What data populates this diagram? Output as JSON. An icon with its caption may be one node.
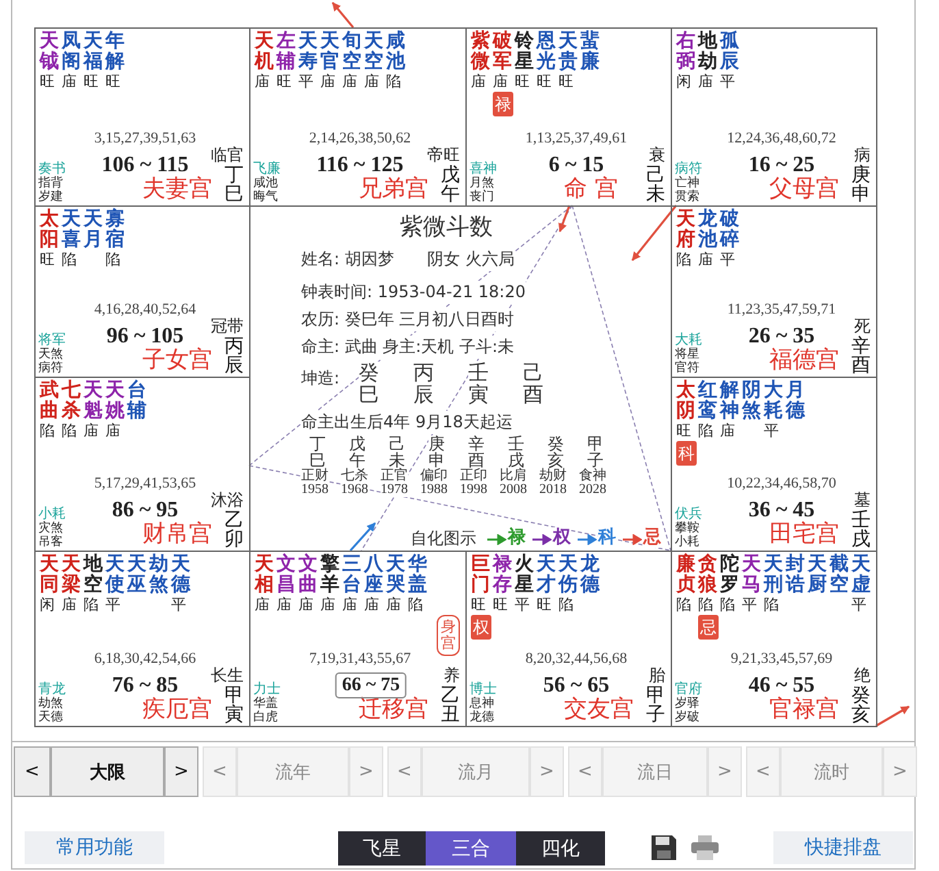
{
  "diagram": {
    "nodes": [
      {
        "text": [
          "天钺",
          "凤阁",
          "天福",
          "年解",
          "旺",
          "庙",
          "旺",
          "旺",
          "3,15,27,39,51,63",
          "106 ~ 115",
          "临官",
          "奏书",
          "指背",
          "岁建",
          "夫妻宫",
          "丁巳"
        ]
      },
      {
        "text": [
          "天机",
          "左辅",
          "天寿",
          "天官",
          "旬空",
          "天空",
          "咸池",
          "庙",
          "旺",
          "平",
          "庙",
          "庙",
          "庙",
          "陷",
          "2,14,26,38,50,62",
          "116 ~ 125",
          "帝旺",
          "飞廉",
          "咸池",
          "晦气",
          "兄弟宫",
          "戊午"
        ]
      },
      {
        "text": [
          "紫微",
          "破军",
          "铃星",
          "恩光",
          "天贵",
          "蜚廉",
          "庙",
          "庙",
          "旺",
          "旺",
          "旺",
          "1,13,25,37,49,61",
          "6 ~ 15",
          "衰",
          "喜神",
          "月煞",
          "丧门",
          "命 宫",
          "己未"
        ]
      },
      {
        "text": [
          "禄"
        ],
        "in": 2
      },
      {
        "text": [
          "右弼",
          "地劫",
          "孤辰",
          "闲",
          "庙",
          "平",
          "12,24,36,48,60,72",
          "16 ~ 25",
          "病",
          "病符",
          "亡神",
          "贯索",
          "父母宫",
          "庚申"
        ]
      },
      {
        "text": [
          "太阳",
          "天喜",
          "天月",
          "寡宿",
          "旺",
          "陷",
          "陷",
          "4,16,28,40,52,64",
          "96 ~ 105",
          "冠带",
          "将军",
          "天煞",
          "病符",
          "子女宫",
          "丙辰"
        ]
      },
      {
        "text": [
          "天府",
          "龙池",
          "破碎",
          "陷",
          "庙",
          "平",
          "11,23,35,47,59,71",
          "26 ~ 35",
          "死",
          "大耗",
          "将星",
          "官符",
          "福德宫",
          "辛酉"
        ]
      },
      {
        "text": [
          "武曲",
          "七杀",
          "天魁",
          "天姚",
          "台辅",
          "陷",
          "陷",
          "庙",
          "庙",
          "5,17,29,41,53,65",
          "86 ~ 95",
          "沐浴",
          "小耗",
          "灾煞",
          "吊客",
          "财帛宫",
          "乙卯"
        ]
      },
      {
        "text": [
          "太阴",
          "红鸾",
          "解神",
          "阴煞",
          "大耗",
          "月德",
          "旺",
          "陷",
          "庙",
          "平",
          "10,22,34,46,58,70",
          "36 ~ 45",
          "墓",
          "伏兵",
          "攀鞍",
          "小耗",
          "田宅宫",
          "壬戌"
        ]
      },
      {
        "text": [
          "科"
        ],
        "in": 8
      },
      {
        "text": [
          "天同",
          "天梁",
          "地空",
          "天使",
          "天巫",
          "劫煞",
          "天德",
          "闲",
          "庙",
          "陷",
          "平",
          "平",
          "6,18,30,42,54,66",
          "76 ~ 85",
          "长生",
          "青龙",
          "劫煞",
          "天德",
          "疾厄宫",
          "甲寅"
        ]
      },
      {
        "text": [
          "天相",
          "文昌",
          "文曲",
          "擎羊",
          "三台",
          "八座",
          "天哭",
          "华盖",
          "庙",
          "庙",
          "庙",
          "庙",
          "庙",
          "庙",
          "庙",
          "陷",
          "7,19,31,43,55,67",
          "养",
          "力士",
          "华盖",
          "白虎",
          "迁移宫",
          "乙丑"
        ]
      },
      {
        "text": [
          "身宫"
        ],
        "in": 11
      },
      {
        "text": [
          "66 ~ 75"
        ],
        "in": 11
      },
      {
        "text": [
          "巨门",
          "禄存",
          "火星",
          "天才",
          "天伤",
          "龙德",
          "旺",
          "旺",
          "平",
          "旺",
          "陷",
          "8,20,32,44,56,68",
          "56 ~ 65",
          "胎",
          "博士",
          "息神",
          "龙德",
          "交友宫",
          "甲子"
        ]
      },
      {
        "text": [
          "权"
        ],
        "in": 14
      },
      {
        "text": [
          "廉贞",
          "贪狼",
          "陀罗",
          "天马",
          "天刑",
          "封诰",
          "天厨",
          "截空",
          "天虚",
          "陷",
          "陷",
          "陷",
          "平",
          "陷",
          "平",
          "9,21,33,45,57,69",
          "46 ~ 55",
          "绝",
          "官府",
          "岁驿",
          "岁破",
          "官禄宫",
          "癸亥"
        ]
      },
      {
        "text": [
          "忌"
        ],
        "in": 16
      },
      {
        "text": [
          "<"
        ]
      },
      {
        "text": [
          "大限"
        ]
      },
      {
        "text": [
          ">"
        ]
      },
      {
        "text": [
          "<"
        ]
      },
      {
        "text": [
          "流年"
        ]
      },
      {
        "text": [
          ">"
        ]
      },
      {
        "text": [
          "<"
        ]
      },
      {
        "text": [
          "流月"
        ]
      },
      {
        "text": [
          ">"
        ]
      },
      {
        "text": [
          "<"
        ]
      },
      {
        "text": [
          "流日"
        ]
      },
      {
        "text": [
          ">"
        ]
      },
      {
        "text": [
          "<"
        ]
      },
      {
        "text": [
          "流时"
        ]
      },
      {
        "text": [
          ">"
        ]
      },
      {
        "text": [
          "常用功能"
        ]
      },
      {
        "text": [
          "飞星"
        ]
      },
      {
        "text": [
          "三合"
        ]
      },
      {
        "text": [
          "四化"
        ]
      },
      {
        "text": [
          "快捷排盘"
        ]
      }
    ],
    "edges": [
      {
        "from": 2,
        "to": 7,
        "arrow": "none",
        "style": "dashed",
        "color": "#8a7fb0"
      },
      {
        "from": 2,
        "to": 11,
        "arrow": "none",
        "style": "dashed",
        "color": "#8a7fb0"
      },
      {
        "from": 2,
        "to": 16,
        "arrow": "none",
        "style": "dashed",
        "color": "#8a7fb0"
      },
      {
        "from": 7,
        "to": 16,
        "arrow": "none",
        "style": "dashed",
        "color": "#8a7fb0"
      },
      {
        "from": 1,
        "to": null,
        "arrow": "to",
        "color": "#e0503f"
      },
      {
        "from": 2,
        "to": null,
        "arrow": "to",
        "color": "#e0503f"
      },
      {
        "from": 4,
        "to": null,
        "arrow": "to",
        "color": "#e0503f"
      },
      {
        "from": 11,
        "to": null,
        "arrow": "to",
        "color": "#2f7fd8"
      },
      {
        "from": 16,
        "to": null,
        "arrow": "to",
        "color": "#e0503f"
      }
    ],
    "labels": [
      "紫微斗数",
      "姓名: 胡因梦",
      "阴女 火六局",
      "钟表时间: 1953-04-21 18:20",
      "农历: 癸巳年 三月初八日酉时",
      "命主: 武曲 身主:天机 子斗:未",
      "坤造:",
      "癸巳",
      "丙辰",
      "壬寅",
      "己酉",
      "命主出生后4年 9月18天起运",
      "丁巳",
      "正财",
      "1958",
      "戊午",
      "七杀",
      "1968",
      "己未",
      "正官",
      "1978",
      "庚申",
      "偏印",
      "1988",
      "辛酉",
      "正印",
      "1998",
      "壬戌",
      "比肩",
      "2008",
      "癸亥",
      "劫财",
      "2018",
      "甲子",
      "食神",
      "2028",
      "自化图示"
    ],
    "legend": [
      {
        "text": "禄"
      },
      {
        "text": "权"
      },
      {
        "text": "科"
      },
      {
        "text": "忌"
      }
    ]
  }
}
